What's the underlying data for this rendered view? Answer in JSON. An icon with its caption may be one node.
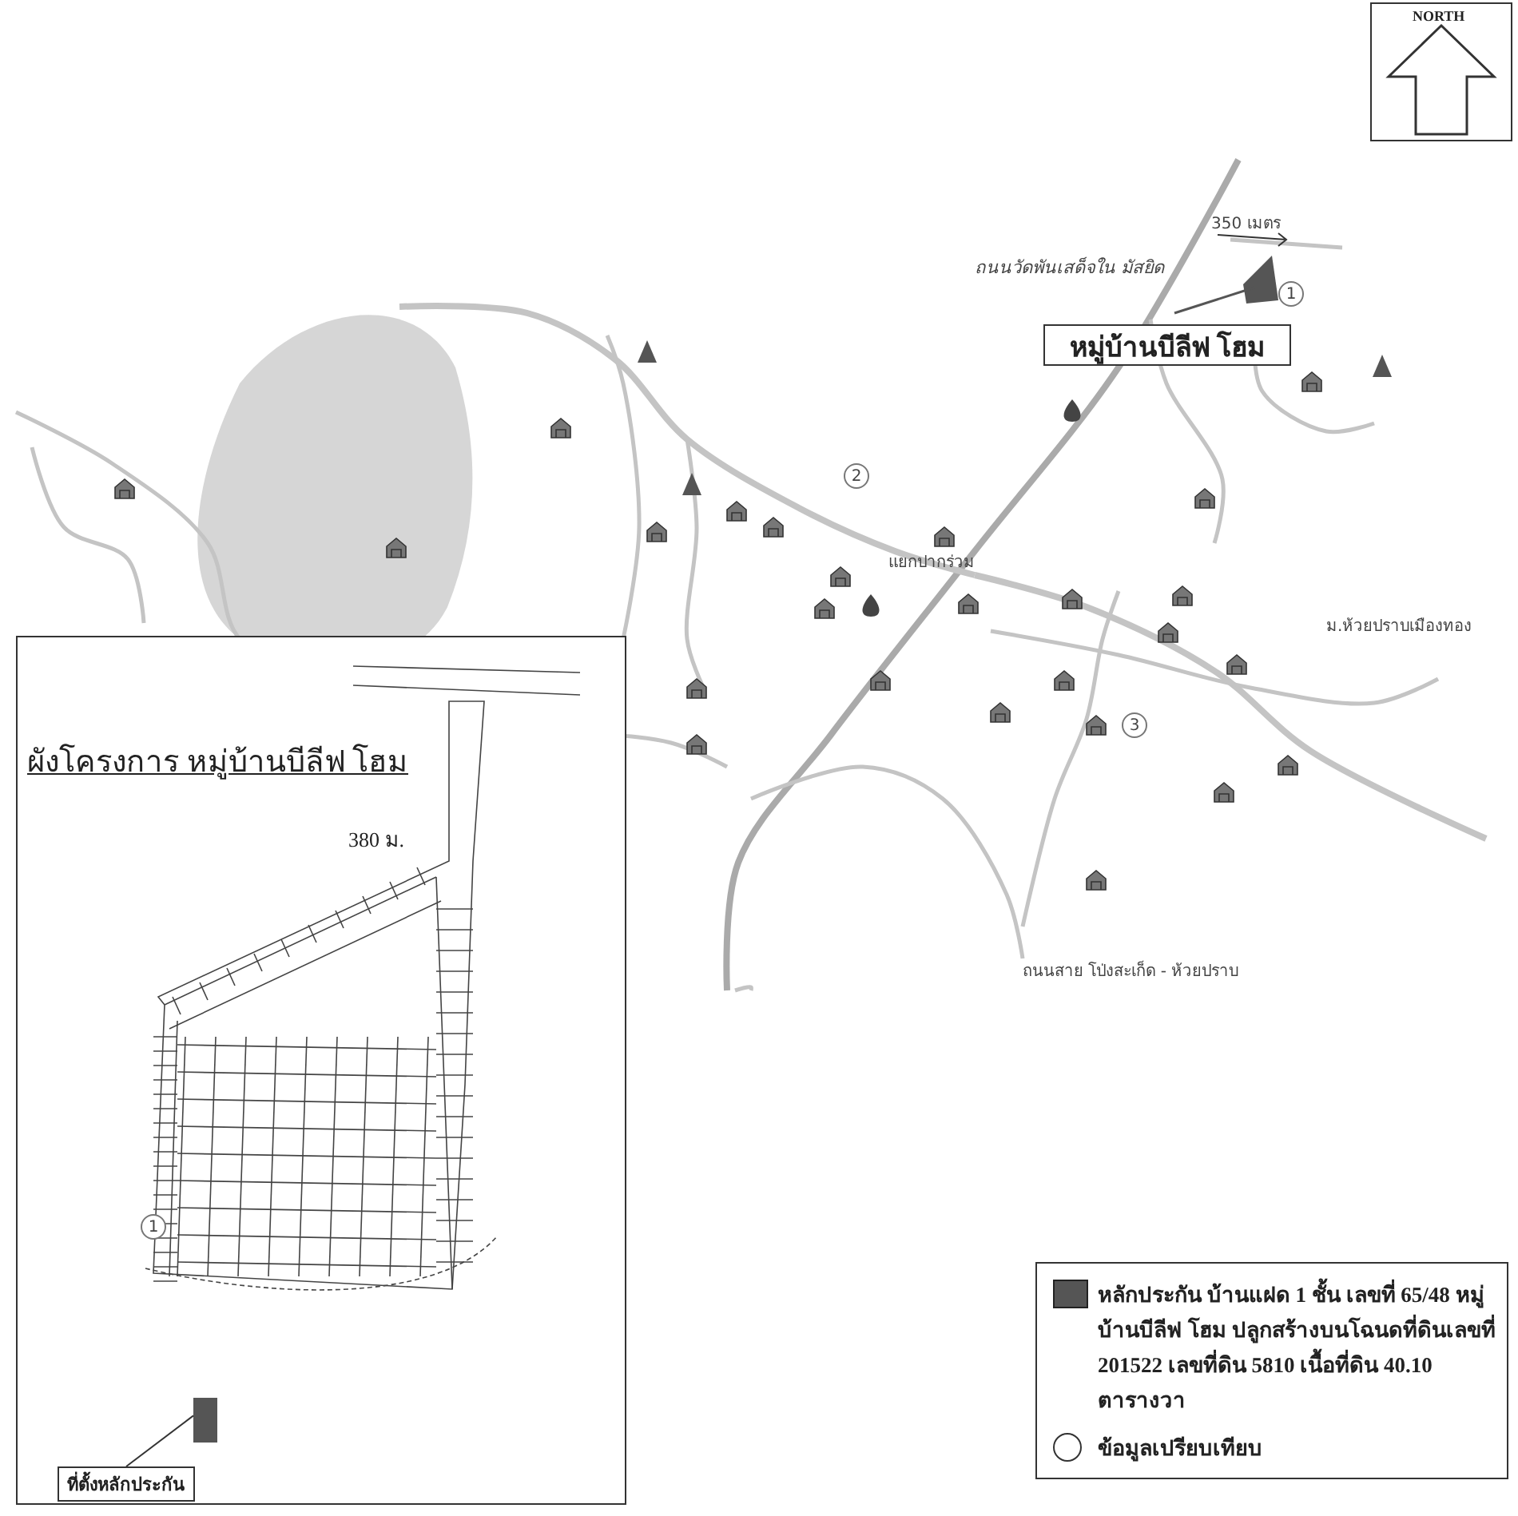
{
  "diagram": {
    "nodes": [
      {
        "text": [
          "หมู่บ้านบีลีฟ โฮม"
        ]
      },
      {
        "text": [
          "ผังโครงการ หมู่บ้านบีลีฟ โฮม"
        ]
      },
      {
        "text": [
          "ที่ตั้งหลักประกัน"
        ],
        "in": 1
      },
      {
        "text": [],
        "shape": "box",
        "in": 1
      }
    ],
    "edges": [
      {
        "from": 2,
        "to": 3,
        "arrow": "none"
      }
    ],
    "labels": [
      "NORTH",
      "350 เมตร",
      "ถนนวัดพันเสด็จใน มัสยิด",
      "1",
      "2",
      "แยกปากร่วม",
      "ม.ห้วยปราบเมืองทอง",
      "3",
      "ถนนสาย โป่งสะเก็ด - ห้วยปราบ",
      "380 ม.",
      "1"
    ],
    "legend": [
      {
        "text": "หลักประกัน บ้านแฝด 1 ชั้น เลขที่ 65/48 หมู่บ้านบีลีฟ โฮม ปลูกสร้างบนโฉนดที่ดินเลขที่ 201522 เลขที่ดิน 5810 เนื้อที่ดิน 40.10 ตารางวา",
        "color": "#555555"
      },
      {
        "text": "ข้อมูลเปรียบเทียบ"
      }
    ]
  }
}
